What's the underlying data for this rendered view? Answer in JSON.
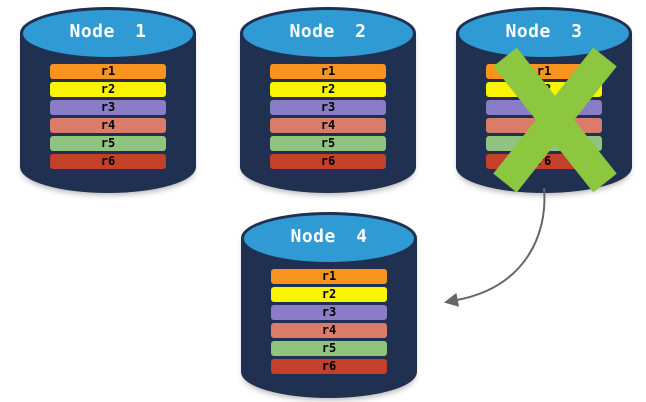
{
  "diagram": {
    "description": "Database replication across nodes; Node 3 failed (crossed out) and its data is re-replicated to Node 4",
    "colors": {
      "cylinder_body": "#1F3050",
      "cylinder_top": "#2F9AD3",
      "title_text": "#FFFFFF",
      "row_text": "#000000",
      "cross": "#8DC63F",
      "arrow": "#666666"
    },
    "nodes": [
      {
        "name": "Node 1",
        "crossed_out": false,
        "rows": [
          {
            "label": "r1",
            "color": "#F79420"
          },
          {
            "label": "r2",
            "color": "#FAF400"
          },
          {
            "label": "r3",
            "color": "#8B7CC8"
          },
          {
            "label": "r4",
            "color": "#DA7C69"
          },
          {
            "label": "r5",
            "color": "#90C47E"
          },
          {
            "label": "r6",
            "color": "#C3402B"
          }
        ]
      },
      {
        "name": "Node 2",
        "crossed_out": false,
        "rows": [
          {
            "label": "r1",
            "color": "#F79420"
          },
          {
            "label": "r2",
            "color": "#FAF400"
          },
          {
            "label": "r3",
            "color": "#8B7CC8"
          },
          {
            "label": "r4",
            "color": "#DA7C69"
          },
          {
            "label": "r5",
            "color": "#90C47E"
          },
          {
            "label": "r6",
            "color": "#C3402B"
          }
        ]
      },
      {
        "name": "Node 3",
        "crossed_out": true,
        "rows": [
          {
            "label": "r1",
            "color": "#F79420"
          },
          {
            "label": "r2",
            "color": "#FAF400"
          },
          {
            "label": "r3",
            "color": "#8B7CC8"
          },
          {
            "label": "r4",
            "color": "#DA7C69"
          },
          {
            "label": "r5",
            "color": "#90C47E"
          },
          {
            "label": "r6",
            "color": "#C3402B"
          }
        ]
      },
      {
        "name": "Node 4",
        "crossed_out": false,
        "rows": [
          {
            "label": "r1",
            "color": "#F79420"
          },
          {
            "label": "r2",
            "color": "#FAF400"
          },
          {
            "label": "r3",
            "color": "#8B7CC8"
          },
          {
            "label": "r4",
            "color": "#DA7C69"
          },
          {
            "label": "r5",
            "color": "#90C47E"
          },
          {
            "label": "r6",
            "color": "#C3402B"
          }
        ]
      }
    ],
    "arrow": {
      "from": "Node 3",
      "to": "Node 4"
    }
  }
}
